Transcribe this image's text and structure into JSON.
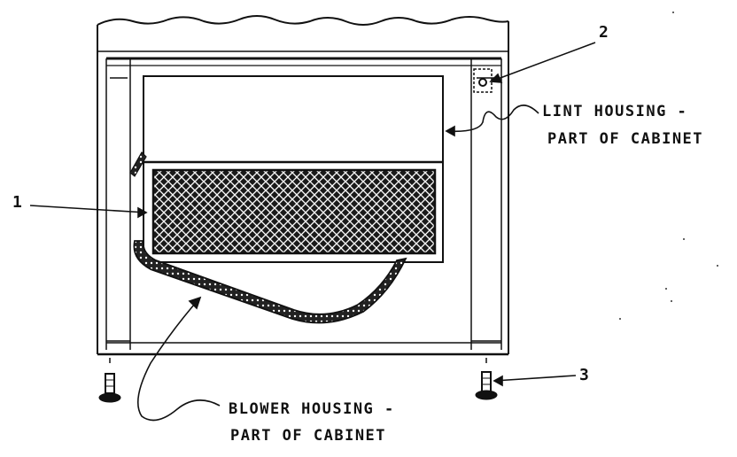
{
  "callouts": [
    {
      "number": "1",
      "target": "lint-screen"
    },
    {
      "number": "2",
      "target": "screw"
    },
    {
      "number": "3",
      "target": "leveling-leg"
    }
  ],
  "labels": {
    "lint_housing_line1": "LINT HOUSING -",
    "lint_housing_line2": "PART OF CABINET",
    "blower_housing_line1": "BLOWER HOUSING -",
    "blower_housing_line2": "PART OF CABINET"
  },
  "colors": {
    "ink": "#111111",
    "paper": "#ffffff"
  }
}
